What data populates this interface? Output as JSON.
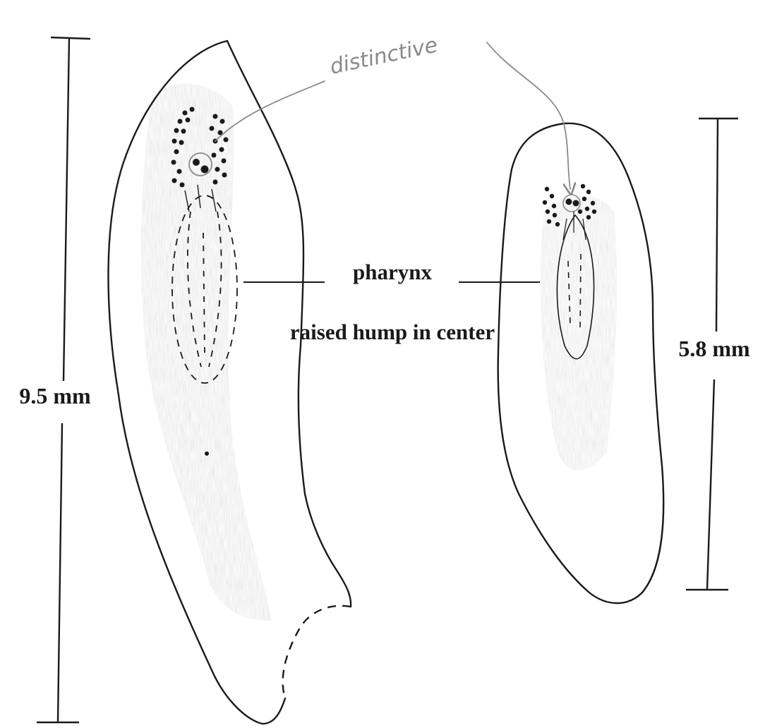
{
  "labels": {
    "handwritten_note": "distinctive",
    "pharynx": "pharynx",
    "raised_hump": "raised hump in center",
    "left_length": "9.5 mm",
    "right_length": "5.8 mm"
  },
  "colors": {
    "ink": "#1a1a1a",
    "pencil_note": "#8a8a8a",
    "shading": "#9a9a9a",
    "paper": "#ffffff"
  }
}
